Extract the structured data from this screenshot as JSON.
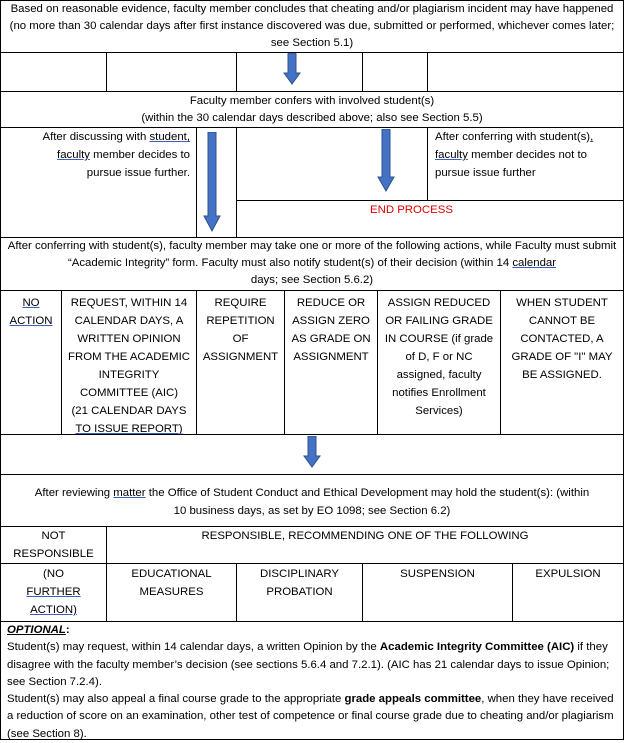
{
  "intro": "Based on reasonable evidence, faculty member concludes that cheating and/or plagiarism incident may have happened (no more than 30 calendar days after first instance discovered was due, submitted or performed, whichever comes later; see Section 5.1)",
  "confer": {
    "line1": "Faculty member confers with involved student(s)",
    "line2": "(within the 30 calendar days described above; also see Section 5.5)"
  },
  "pursue_yes": {
    "p1": "After discussing with ",
    "w1": "student,",
    "w2": "faculty",
    "p2": " member decides to",
    "p3": "pursue issue further."
  },
  "pursue_no": {
    "p1": "After conferring with student(s)",
    "w1": ",",
    "w2": "faculty",
    "p2": " member decides not to",
    "p3": "pursue issue further"
  },
  "end_process": "END PROCESS",
  "actions_intro": {
    "p1": "After conferring with student(s), faculty member may take one or more of the following actions, while Faculty must submit “Academic Integrity” form. Faculty must also notify student(s) of their decision (within 14 ",
    "w1": "calendar",
    "p2": "days; see Section 5.6.2)"
  },
  "actions": {
    "no_action": [
      "NO",
      "ACTION"
    ],
    "request": [
      "REQUEST, WITHIN 14",
      "CALENDAR DAYS, A",
      "WRITTEN OPINION",
      "FROM THE ACADEMIC",
      "INTEGRITY",
      "COMMITTEE (AIC)",
      "(21 CALENDAR DAYS",
      "TO ISSUE REPORT)"
    ],
    "repetition": [
      "REQUIRE",
      "REPETITION",
      "OF",
      "ASSIGNMENT"
    ],
    "reduce": [
      "REDUCE OR",
      "ASSIGN ZERO",
      "AS GRADE ON",
      "ASSIGNMENT"
    ],
    "assign_grade": [
      "ASSIGN REDUCED",
      "OR FAILING GRADE",
      "IN COURSE (if grade",
      "of D, F or NC",
      "assigned, faculty",
      "notifies Enrollment",
      "Services)"
    ],
    "incomplete": [
      "WHEN STUDENT",
      "CANNOT BE",
      "CONTACTED, A",
      "GRADE OF \"I\" MAY",
      "BE ASSIGNED."
    ]
  },
  "review": {
    "p1": "After reviewing ",
    "w1": "matter",
    "p2": " the Office of Student Conduct and Ethical Development may hold the student(s): (within",
    "line2": "10 business days, as set by EO 1098; see Section 6.2)"
  },
  "outcomes": {
    "not_responsible": [
      "NOT",
      "RESPONSIBLE"
    ],
    "responsible": "RESPONSIBLE, RECOMMENDING ONE OF THE FOLLOWING",
    "no_further": [
      "(NO",
      "FURTHER",
      "ACTION)"
    ],
    "educational": [
      "EDUCATIONAL",
      "MEASURES"
    ],
    "probation": [
      "DISCIPLINARY",
      "PROBATION"
    ],
    "suspension": "SUSPENSION",
    "expulsion": "EXPULSION"
  },
  "optional": {
    "label": "OPTIONAL",
    "colon": ":",
    "para1_a": "Student(s) may request, within 14 calendar days, a written Opinion by the ",
    "para1_b": "Academic Integrity Committee (AIC)",
    "para1_c": " if they disagree with the faculty member’s decision (see sections 5.6.4 and 7.2.1). (AIC has 21 calendar days to issue Opinion; see Section 7.2.4).",
    "para2_a": "Student(s) may also appeal a final course grade to the appropriate ",
    "para2_b": "grade appeals committee",
    "para2_c": ", when they have received a reduction of score on an examination, other test of competence or final course grade due to cheating and/or plagiarism (see Section 8)."
  },
  "colors": {
    "arrow_fill": "#4472c4",
    "arrow_stroke": "#2f528f",
    "end_process": "#e00000",
    "link_underline": "#3b5fc0"
  }
}
